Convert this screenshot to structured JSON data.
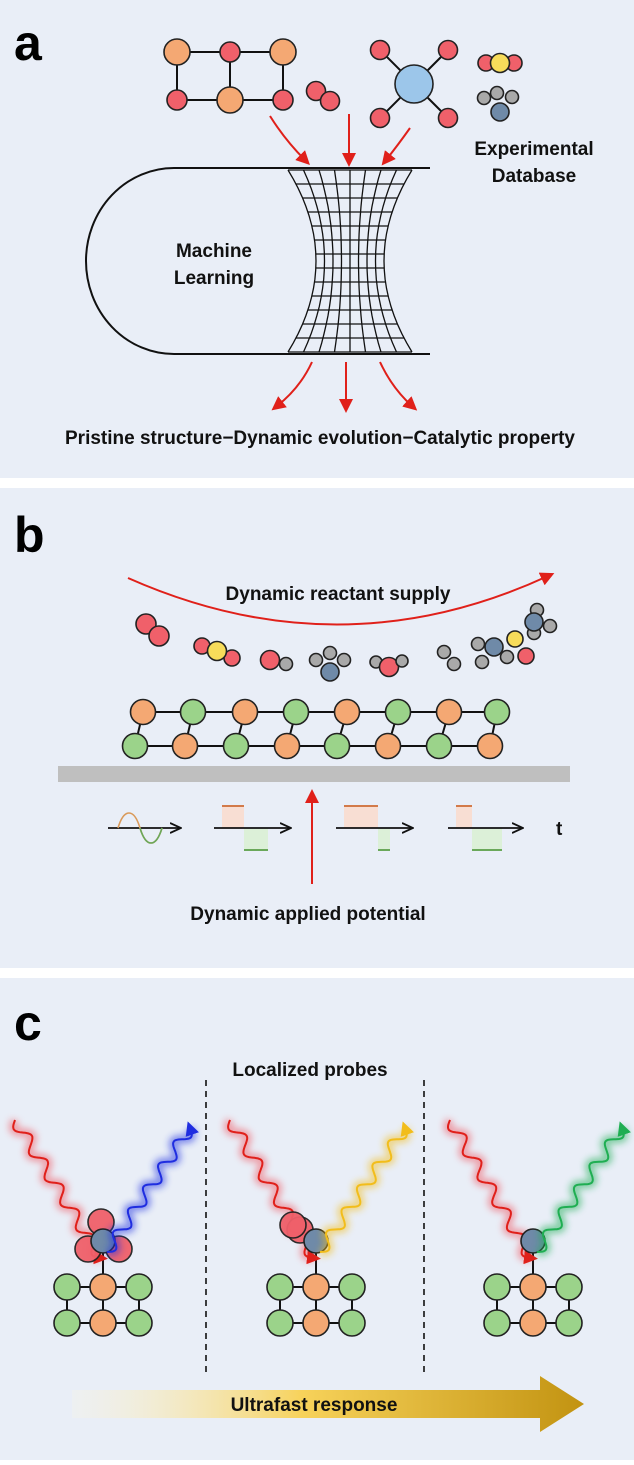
{
  "colors": {
    "panel_bg": "#e9eef7",
    "red_atom": "#f0606a",
    "orange_atom": "#f4a873",
    "green_atom": "#9bd38a",
    "blue_atom": "#9cc6ea",
    "slate_atom": "#6f8aa8",
    "gray_atom": "#a9a9a9",
    "yellow_atom": "#f7dc5a",
    "arrow_red": "#e0201a",
    "substrate": "#bfbfbf",
    "probe_blue": "#1f2de0",
    "probe_yellow": "#f2bd1b",
    "probe_green": "#1fae52",
    "gradient_end": "#c29311"
  },
  "panel_a": {
    "letter": "a",
    "ml_label": [
      "Machine",
      "Learning"
    ],
    "db_label": [
      "Experimental",
      "Database"
    ],
    "bottom_label": "Pristine structure−Dynamic evolution−Catalytic property"
  },
  "panel_b": {
    "letter": "b",
    "supply_label": "Dynamic reactant supply",
    "potential_label": "Dynamic applied potential",
    "time_label": "t"
  },
  "panel_c": {
    "letter": "c",
    "probes_label": "Localized probes",
    "response_label": "Ultrafast response"
  }
}
